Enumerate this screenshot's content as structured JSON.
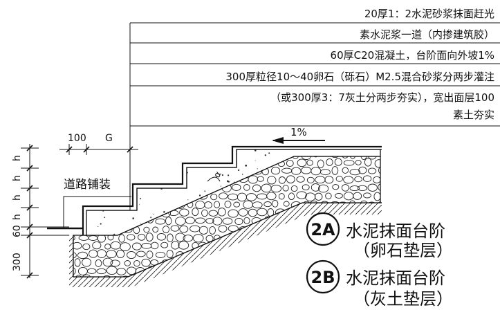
{
  "notes": [
    "20厚1：2水泥砂浆抹面赶光",
    "素水泥浆一道（内掺建筑胶）",
    "60厚C20混凝土，台阶面向外坡1%",
    "300厚粒径10～40卵石（砾石）M2.5混合砂浆分两步灌注",
    "（或300厚3：7灰土分两步夯实），宽出面层100",
    "素土夯实"
  ],
  "dimensions": {
    "horizontal": [
      "100",
      "G"
    ],
    "vertical": [
      "h",
      "h",
      "h",
      "h",
      "60",
      "300"
    ]
  },
  "labels": {
    "road": "道路铺装",
    "slope": "1%",
    "angle": "α",
    "circle_a": "2A",
    "title_a_1": "水泥抹面台阶",
    "title_a_2": "（卵石垫层）",
    "circle_b": "2B",
    "title_b_1": "水泥抹面台阶",
    "title_b_2": "（灰土垫层）"
  }
}
